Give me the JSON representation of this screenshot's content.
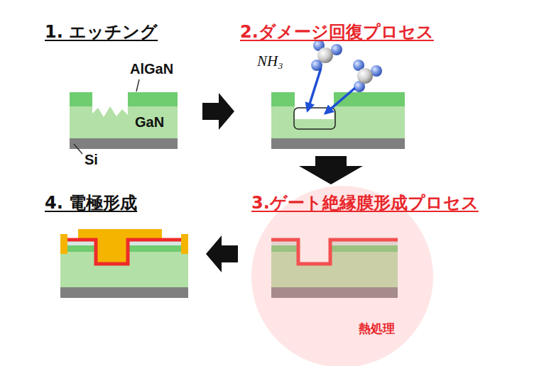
{
  "diagram": {
    "nodes": [
      {
        "text": [
          "1. エッチング"
        ]
      },
      {
        "text": [
          "2.ダメージ回復プロセス"
        ]
      },
      {
        "text": [
          "3.ゲート絶縁膜形成プロセス"
        ]
      },
      {
        "text": [
          "4. 電極形成"
        ]
      }
    ],
    "edges": [
      {
        "from": 0,
        "to": 1,
        "arrow": "to"
      },
      {
        "from": 1,
        "to": 2,
        "arrow": "to"
      },
      {
        "from": 2,
        "to": 3,
        "arrow": "to"
      }
    ],
    "labels": [
      "AlGaN",
      "GaN",
      "Si",
      "NH₃",
      "熱処理"
    ]
  }
}
